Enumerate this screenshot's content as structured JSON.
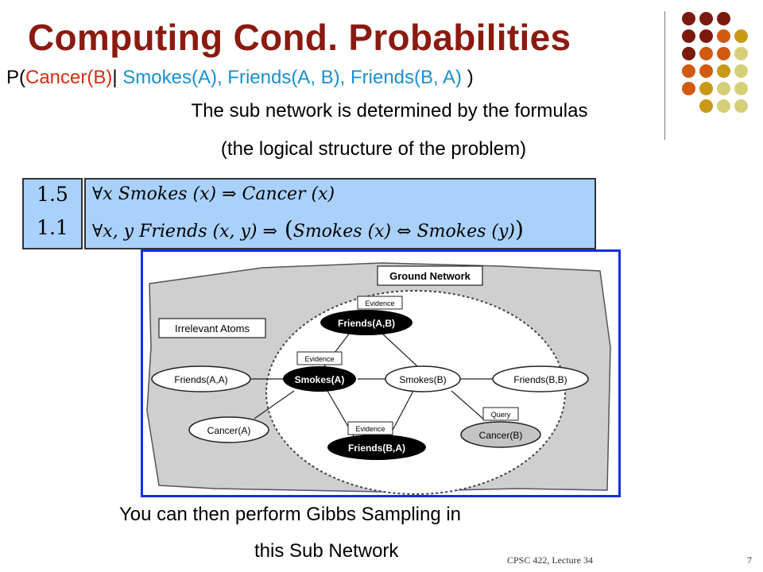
{
  "slide": {
    "title": "Computing Cond. Probabilities",
    "query": {
      "p_open": "P(",
      "target": "Cancer(B)",
      "bar": "|",
      "evidence": " Smokes(A), Friends(A, B), Friends(B, A) ",
      "p_close": ")"
    },
    "subtitle_line1": "The sub network is determined by the formulas",
    "subtitle_line2": "(the logical structure of the problem)",
    "weights": [
      "1.5",
      "1.1"
    ],
    "formula1": {
      "forall": "∀",
      "var": "x",
      "lhs": "Smokes",
      "lhs_args": " (x) ",
      "implies": "⇒",
      "rhs": "Cancer",
      "rhs_args": " (x)"
    },
    "formula2": {
      "forall": "∀",
      "vars": "x, y",
      "lhs": "Friends",
      "lhs_args": " (x, y) ",
      "implies": "⇒",
      "open": " (",
      "a": "Smokes",
      "a_args": " (x) ",
      "iff": "⇔",
      "b": "Smokes",
      "b_args": " (y)",
      "close": ")"
    },
    "bottom_line1": "You can then perform Gibbs Sampling in",
    "bottom_line2": "this Sub Network",
    "footer": "CPSC 422, Lecture 34",
    "page_number": "7"
  },
  "diagram": {
    "ground_network_label": "Ground Network",
    "irrelevant_label": "Irrelevant Atoms",
    "nodes": {
      "friends_ab": "Friends(A,B)",
      "smokes_a": "Smokes(A)",
      "smokes_b": "Smokes(B)",
      "friends_aa": "Friends(A,A)",
      "friends_bb": "Friends(B,B)",
      "cancer_a": "Cancer(A)",
      "friends_ba": "Friends(B,A)",
      "cancer_b": "Cancer(B)"
    },
    "tags": {
      "evidence": "Evidence",
      "query": "Query"
    }
  },
  "colors": {
    "title": "#8b1a10",
    "query_target": "#d32f0f",
    "query_evidence": "#1a8fd0",
    "formula_box": "#a9d1fb",
    "figure_border": "#1430e0",
    "dot_dark": "#7b1a0e",
    "dot_orange": "#d15a10",
    "dot_gold": "#c99a18",
    "dot_pale": "#d6cf7a"
  },
  "decor": {
    "dot_grid": [
      [
        "dark",
        "dark",
        "dark",
        null
      ],
      [
        "dark",
        "dark",
        "orange",
        "gold"
      ],
      [
        "dark",
        "orange",
        "orange",
        "pale"
      ],
      [
        "orange",
        "orange",
        "gold",
        "pale"
      ],
      [
        "orange",
        "gold",
        "pale",
        "pale"
      ],
      [
        null,
        "gold",
        "pale",
        "pale"
      ]
    ]
  }
}
